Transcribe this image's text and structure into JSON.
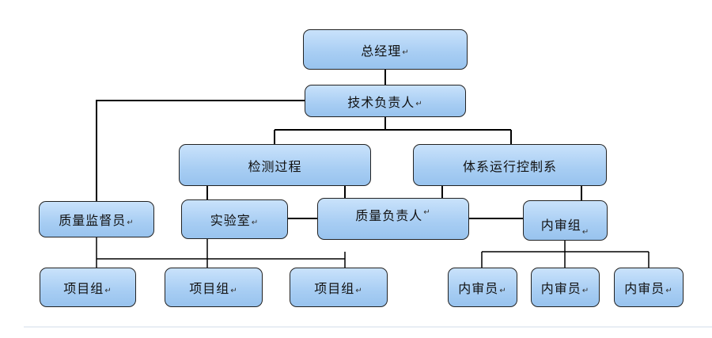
{
  "diagram": {
    "nodes": {
      "general_manager": "总经理",
      "tech_lead": "技术负责人",
      "inspection_process": "检测过程",
      "system_control": "体系运行控制系",
      "quality_supervisor": "质量监督员",
      "laboratory": "实验室",
      "quality_lead": "质量负责人",
      "internal_audit_group": "内审组",
      "project_group_1": "项目组",
      "project_group_2": "项目组",
      "project_group_3": "项目组",
      "internal_auditor_1": "内审员",
      "internal_auditor_2": "内审员",
      "internal_auditor_3": "内审员"
    },
    "paragraph_mark": "↵",
    "colors": {
      "box_fill": "#a7cdf3",
      "border": "#222222",
      "line": "#000000"
    }
  }
}
